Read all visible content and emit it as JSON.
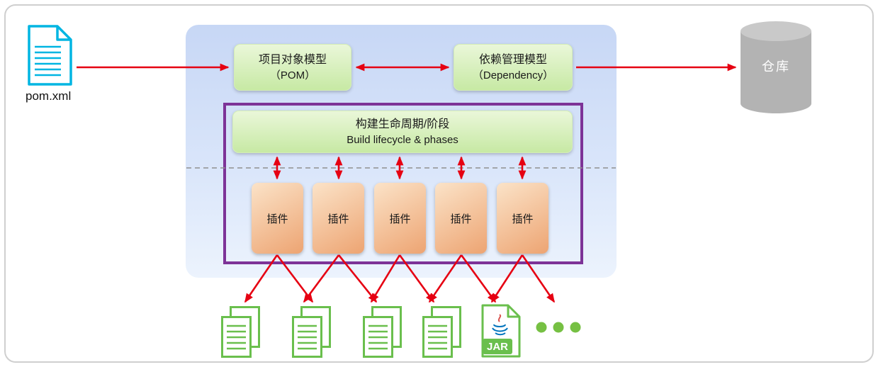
{
  "diagram": {
    "pom_file_label": "pom.xml",
    "pom_box": {
      "line1": "项目对象模型",
      "line2": "（POM）"
    },
    "dependency_box": {
      "line1": "依赖管理模型",
      "line2": "（Dependency）"
    },
    "lifecycle_box": {
      "line1": "构建生命周期/阶段",
      "line2": "Build lifecycle & phases"
    },
    "plugins": [
      {
        "label": "插件"
      },
      {
        "label": "插件"
      },
      {
        "label": "插件"
      },
      {
        "label": "插件"
      },
      {
        "label": "插件"
      }
    ],
    "repository_label": "仓库",
    "jar_label": "JAR"
  },
  "colors": {
    "arrow_red": "#e60012",
    "purple_frame": "#7d3397",
    "green_box_top": "#eaf7d9",
    "green_box_bottom": "#c7e9a4",
    "orange_box_top": "#fbe3c8",
    "orange_box_bottom": "#eda472",
    "blue_panel_top": "#c7d7f5",
    "blue_panel_bottom": "#ecf3fd",
    "cylinder_gray": "#b3b3b3",
    "doc_green": "#6abf4d",
    "dots_green": "#76c043",
    "pom_cyan": "#00b5e2"
  }
}
